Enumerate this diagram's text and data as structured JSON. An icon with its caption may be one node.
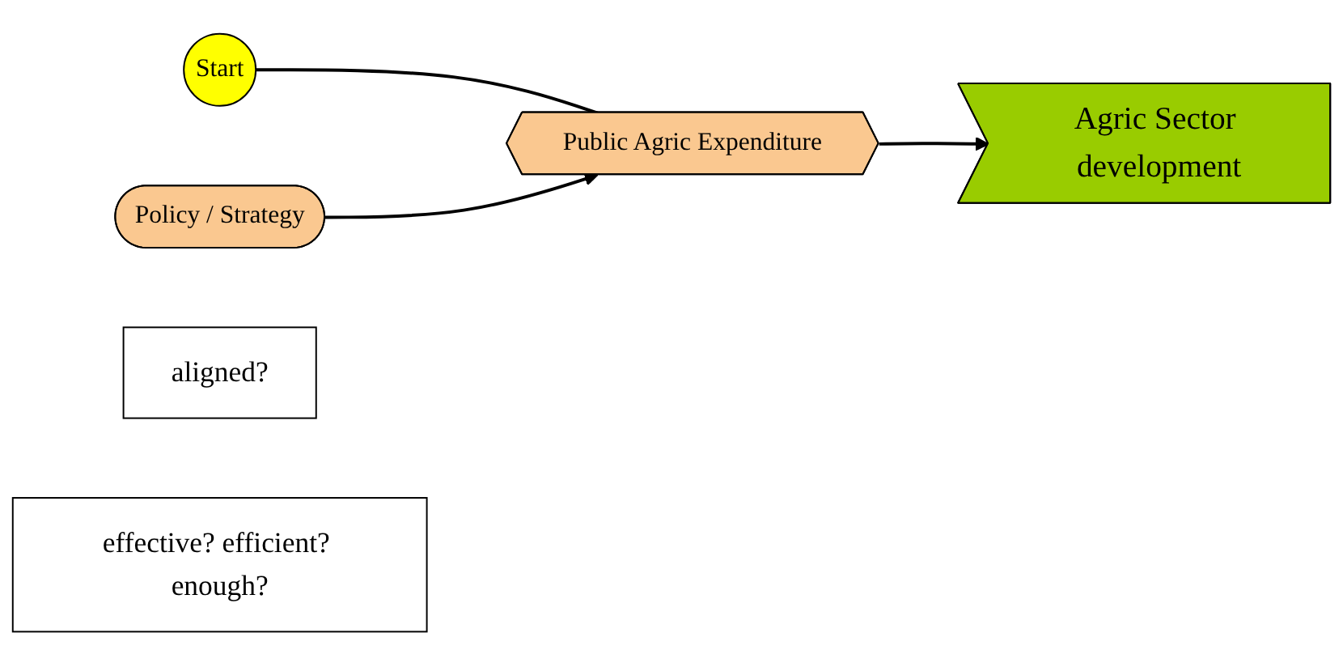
{
  "diagram": {
    "nodes": [
      {
        "text": [
          "Start"
        ]
      },
      {
        "text": [
          "Public Agric Expenditure"
        ]
      },
      {
        "text": [
          "Agric Sector development"
        ]
      },
      {
        "text": [
          "Policy / Strategy"
        ]
      },
      {
        "text": [
          "aligned?"
        ]
      },
      {
        "text": [
          "effective? efficient? enough?"
        ]
      }
    ],
    "edges": [
      {
        "from": 0,
        "to": 1,
        "arrow": "none"
      },
      {
        "from": 3,
        "to": 1,
        "arrow": "to"
      },
      {
        "from": 1,
        "to": 2,
        "arrow": "to"
      }
    ]
  }
}
